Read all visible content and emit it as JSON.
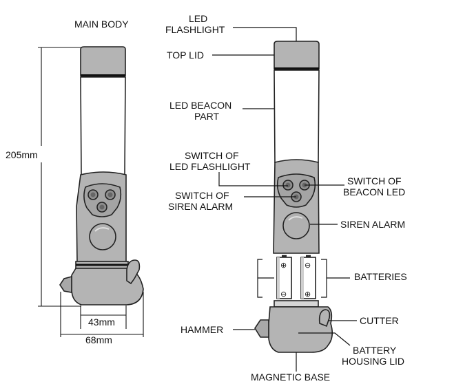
{
  "diagram": {
    "main_body_title": "MAIN BODY",
    "dimensions": {
      "height": "205mm",
      "inner_width": "43mm",
      "outer_width": "68mm"
    },
    "labels": {
      "led_flashlight_1": "LED",
      "led_flashlight_2": "FLASHLIGHT",
      "top_lid": "TOP LID",
      "led_beacon_1": "LED BEACON",
      "led_beacon_2": "PART",
      "switch_led_1": "SWITCH OF",
      "switch_led_2": "LED FLASHLIGHT",
      "switch_beacon_1": "SWITCH OF",
      "switch_beacon_2": "BEACON LED",
      "switch_siren_1": "SWITCH OF",
      "switch_siren_2": "SIREN ALARM",
      "siren_alarm": "SIREN ALARM",
      "batteries": "BATTERIES",
      "cutter": "CUTTER",
      "hammer": "HAMMER",
      "battery_lid_1": "BATTERY",
      "battery_lid_2": "HOUSING LID",
      "magnetic_base": "MAGNETIC BASE"
    },
    "battery_polarity": {
      "plus": "⊕",
      "minus": "⊖"
    },
    "colors": {
      "body_gray": "#b4b4b4",
      "tube_white": "#ffffff",
      "outline": "#222222",
      "button_gray": "#8e8e8e",
      "line": "#111111"
    }
  }
}
